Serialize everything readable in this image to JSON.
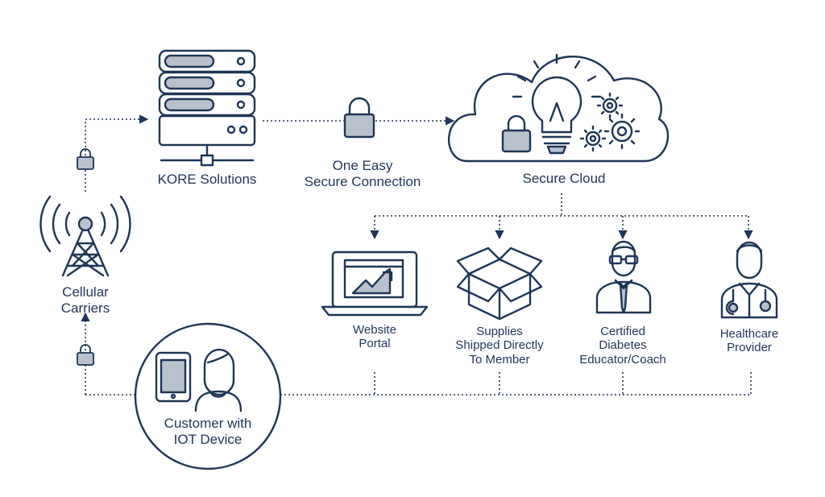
{
  "nodes": {
    "kore": {
      "label": "KORE Solutions"
    },
    "connection": {
      "label_line1": "One Easy",
      "label_line2": "Secure Connection"
    },
    "cloud": {
      "label": "Secure Cloud"
    },
    "carriers": {
      "label_line1": "Cellular",
      "label_line2": "Carriers"
    },
    "customer": {
      "label_line1": "Customer with",
      "label_line2": "IOT Device"
    },
    "website": {
      "label_line1": "Website",
      "label_line2": "Portal"
    },
    "supplies": {
      "label_line1": "Supplies",
      "label_line2": "Shipped Directly",
      "label_line3": "To Member"
    },
    "educator": {
      "label_line1": "Certified",
      "label_line2": "Diabetes",
      "label_line3": "Educator/Coach"
    },
    "provider": {
      "label_line1": "Healthcare",
      "label_line2": "Provider"
    }
  },
  "colors": {
    "primary": "#1f3556",
    "accent_fill": "#b9c1cc",
    "background": "#ffffff"
  }
}
